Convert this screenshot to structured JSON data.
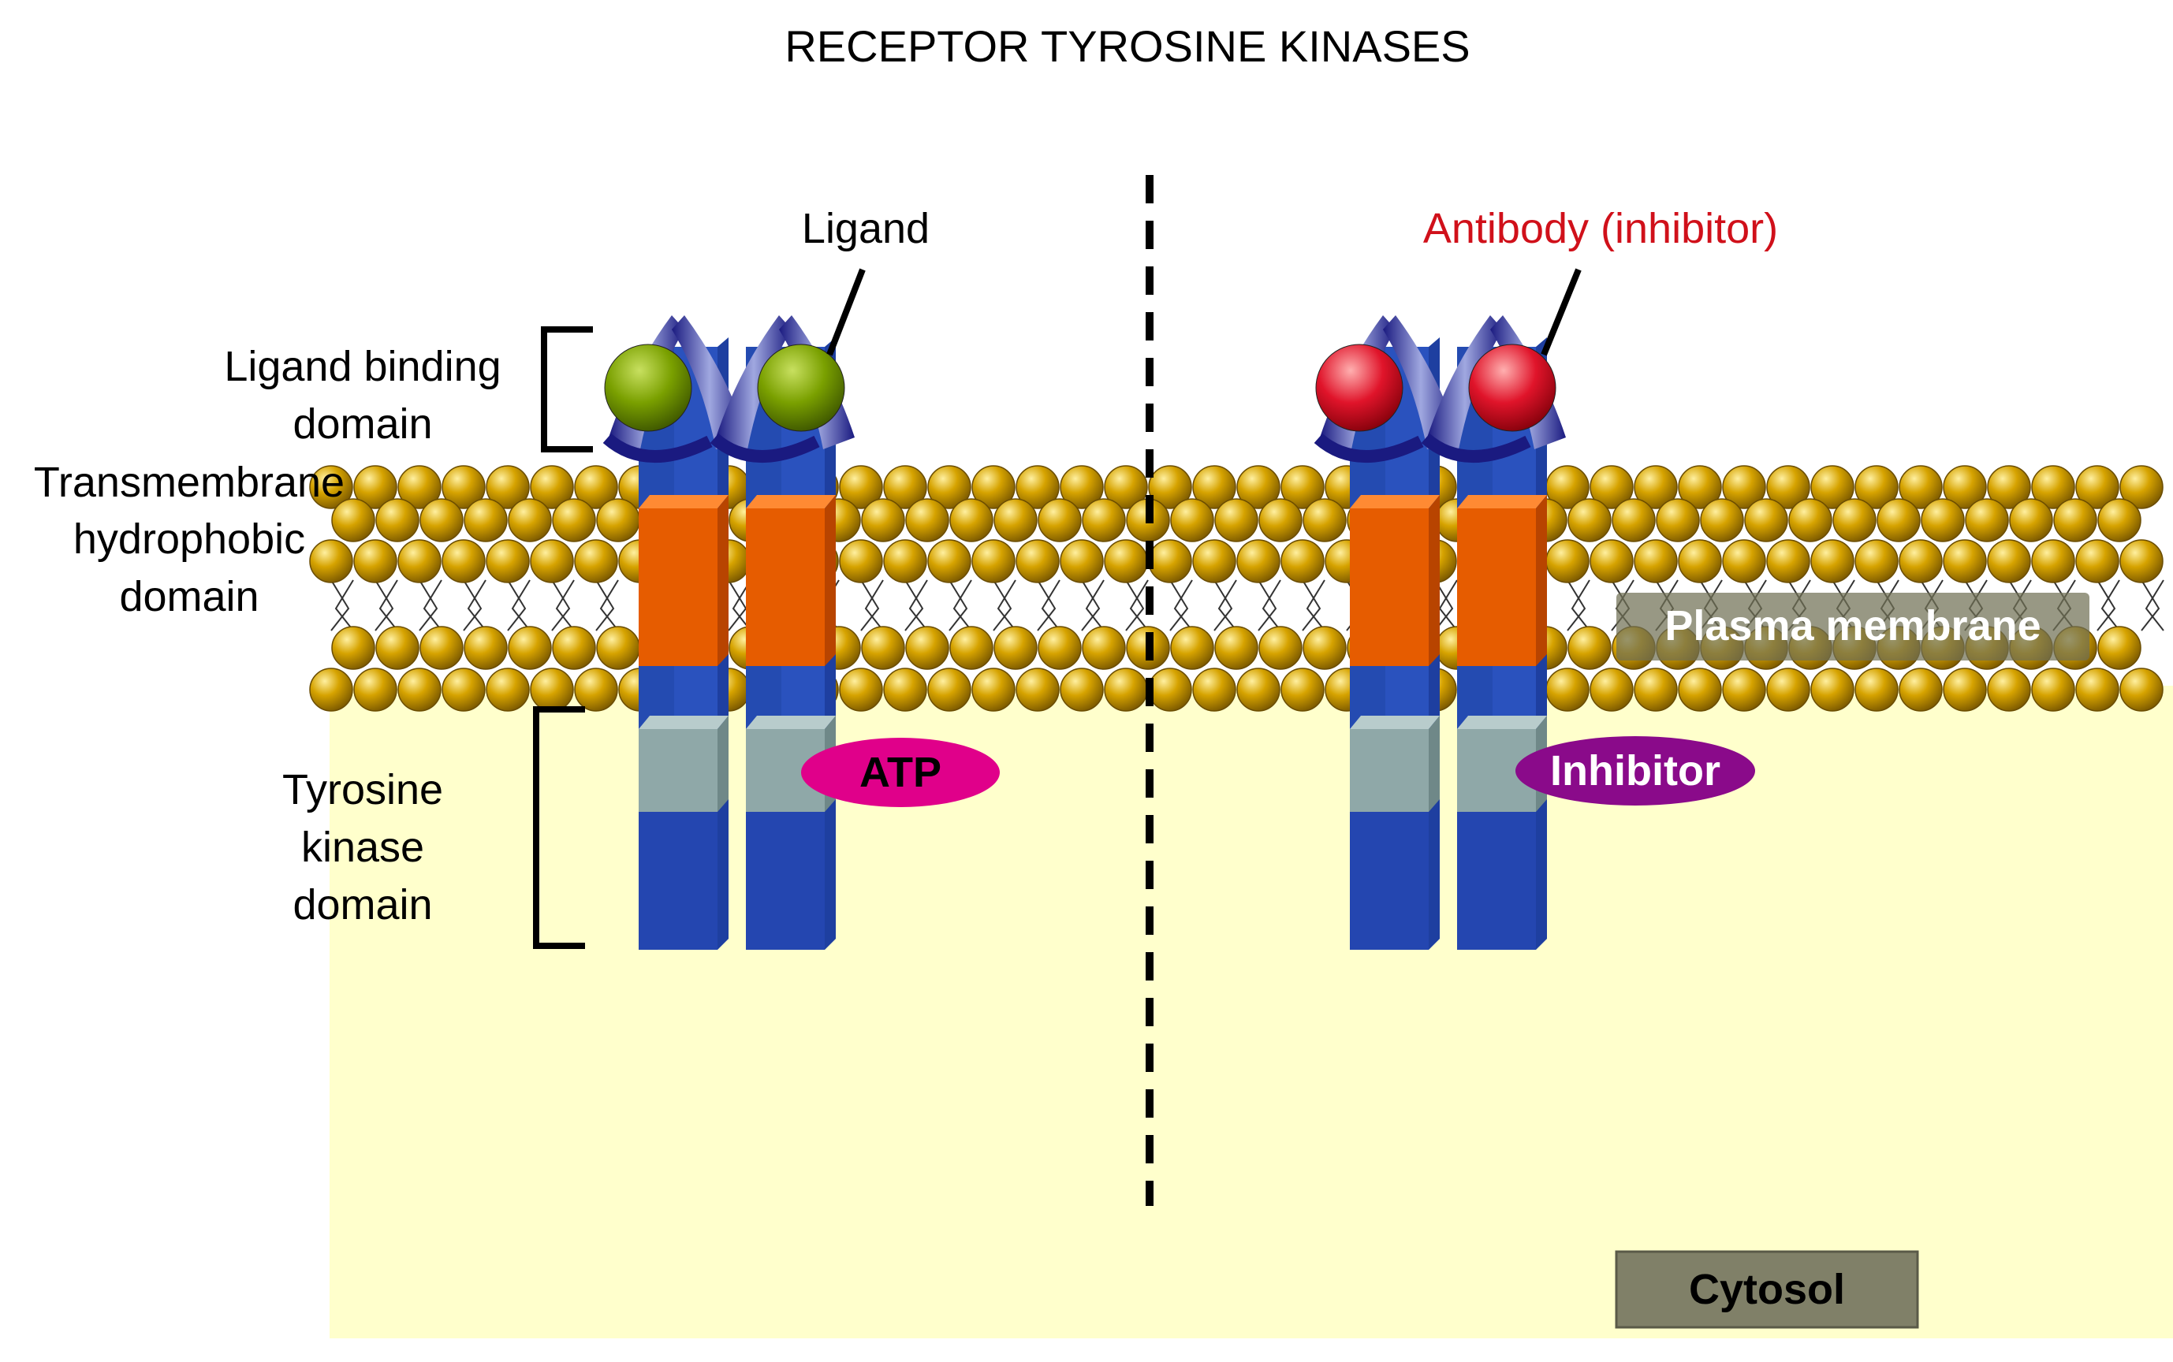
{
  "title": "RECEPTOR TYROSINE KINASES",
  "labels": {
    "ligand_binding_domain": [
      "Ligand binding",
      "domain"
    ],
    "transmembrane_domain": [
      "Transmembrane",
      "hydrophobic",
      "domain"
    ],
    "tyrosine_kinase_domain": [
      "Tyrosine",
      "kinase",
      "domain"
    ],
    "ligand": "Ligand",
    "antibody": "Antibody (inhibitor)",
    "atp": "ATP",
    "inhibitor": "Inhibitor",
    "plasma_membrane": "Plasma membrane",
    "cytosol": "Cytosol"
  },
  "colors": {
    "cytosol_bg": "#ffffcc",
    "lipid_head": "#d6a300",
    "receptor_blue": "#2a52be",
    "transmembrane_orange": "#e65c00",
    "kinase_gray": "#8fa8a8",
    "ligand_green": "#7aa000",
    "antibody_red": "#e0142a",
    "atp_magenta": "#e0008a",
    "inhibitor_purple": "#8a0a8a",
    "antibody_text": "#d0101a",
    "label_box": "#707055"
  }
}
